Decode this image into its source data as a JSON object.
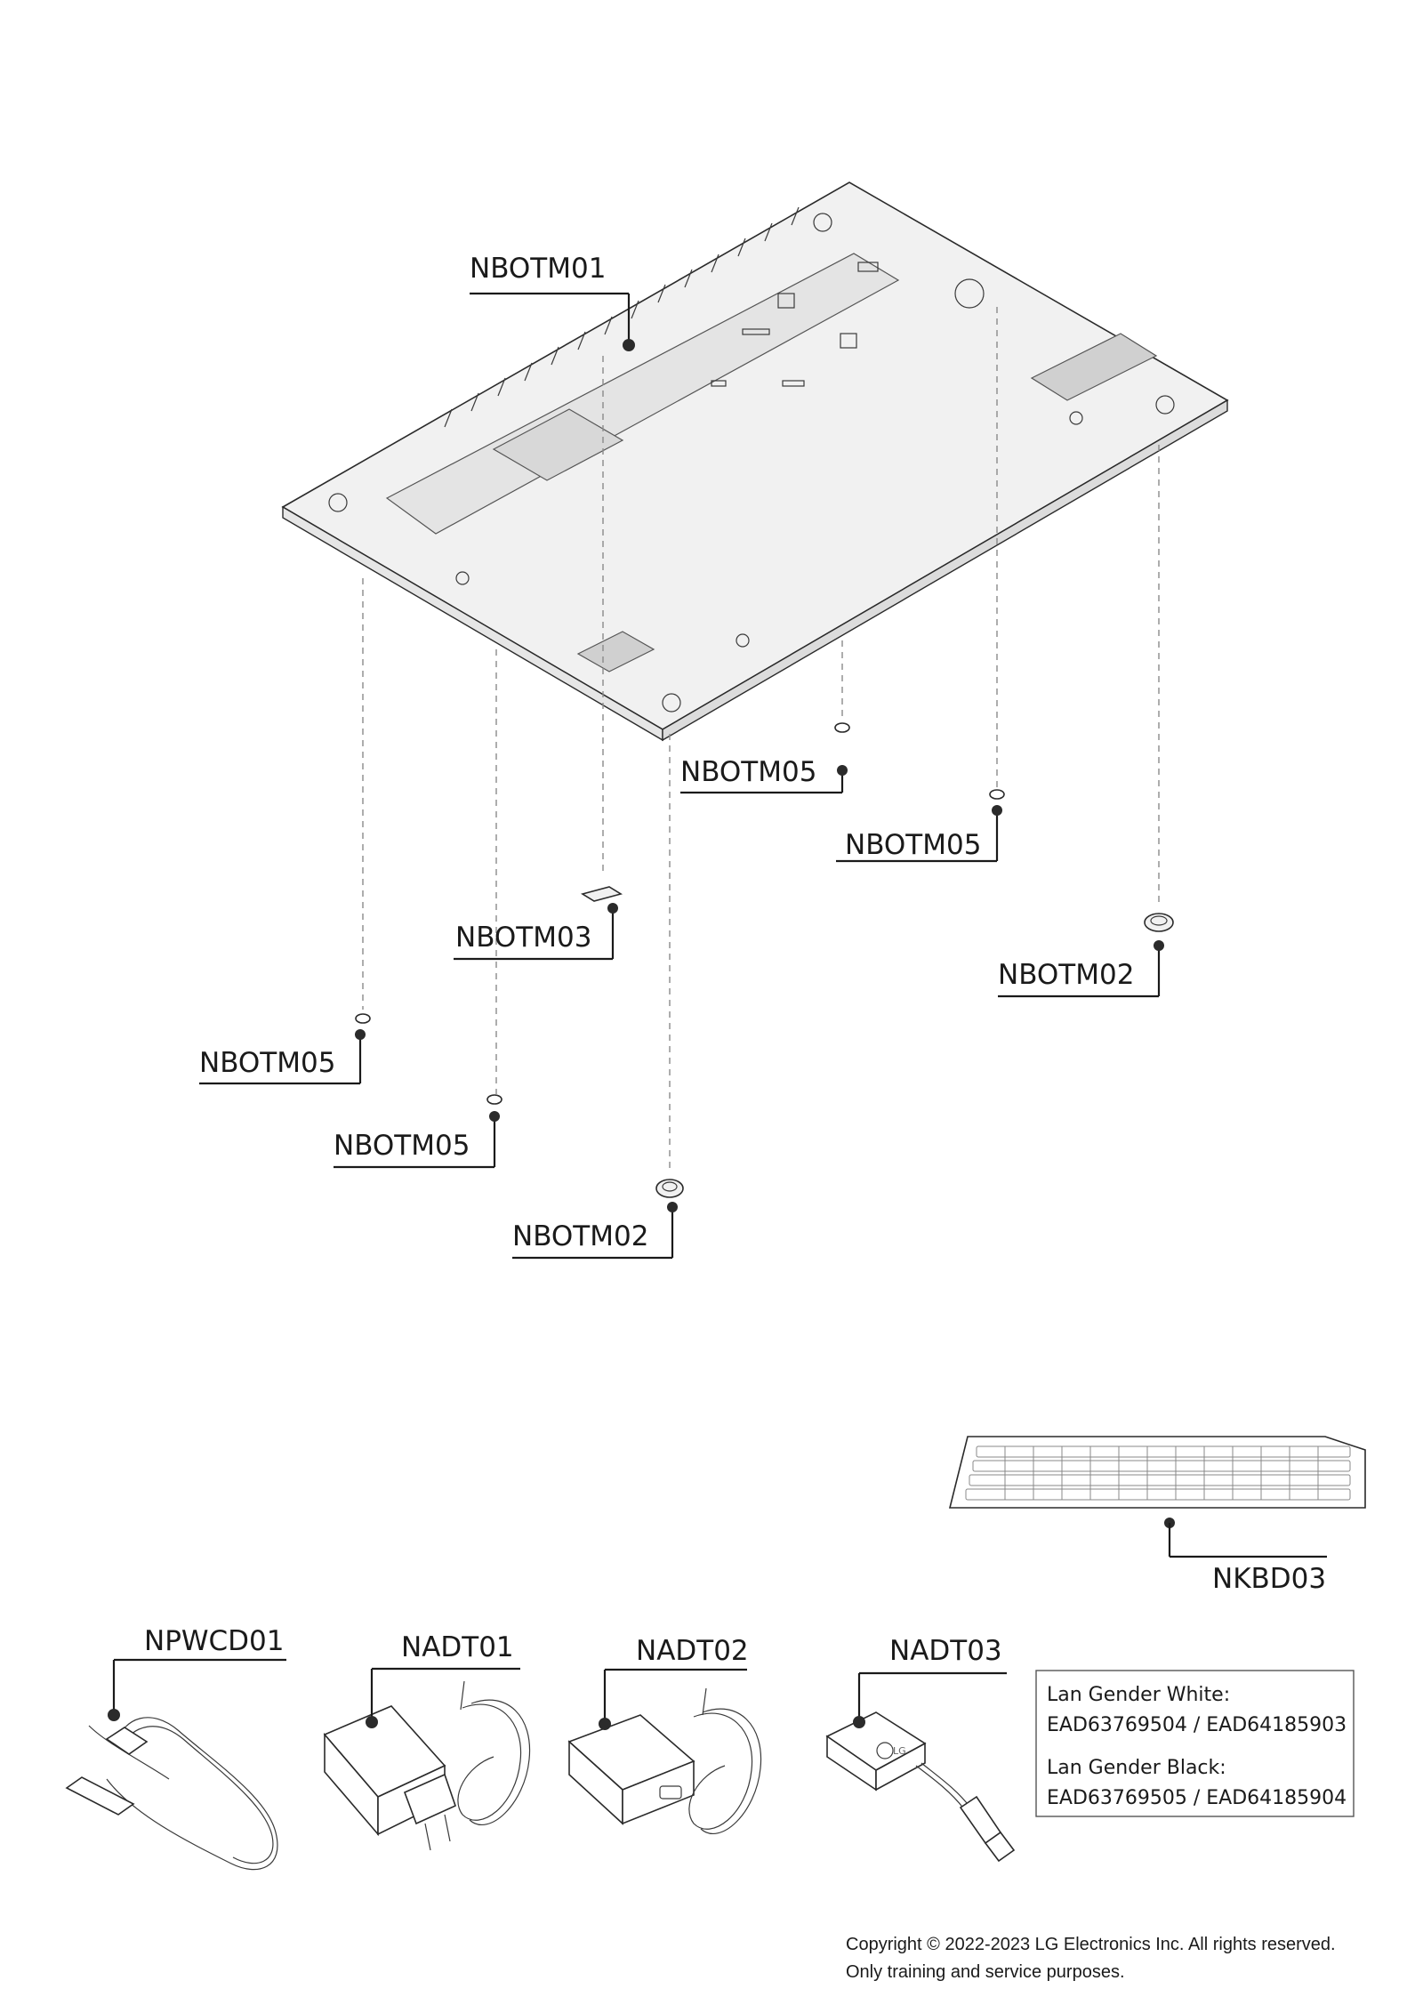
{
  "callouts": {
    "bottom_case": "NBOTM01",
    "foot_left": "NBOTM05",
    "foot_left_mid": "NBOTM05",
    "foot_center": "NBOTM05",
    "foot_right_mid": "NBOTM05",
    "tape": "NBOTM03",
    "rubber_front": "NBOTM02",
    "rubber_right": "NBOTM02",
    "keyboard": "NKBD03",
    "power_cord": "NPWCD01",
    "adapter_eu": "NADT01",
    "adapter_fig8": "NADT02",
    "lan_gender": "NADT03"
  },
  "lan_info": {
    "white_label": "Lan Gender White:",
    "white_parts": "EAD63769504 / EAD64185903",
    "black_label": "Lan Gender Black:",
    "black_parts": "EAD63769505 / EAD64185904"
  },
  "lan_logo_text": "LG",
  "copyright": {
    "line1": "Copyright © 2022-2023 LG Electronics Inc. All rights reserved.",
    "line2": "Only training and service purposes."
  }
}
